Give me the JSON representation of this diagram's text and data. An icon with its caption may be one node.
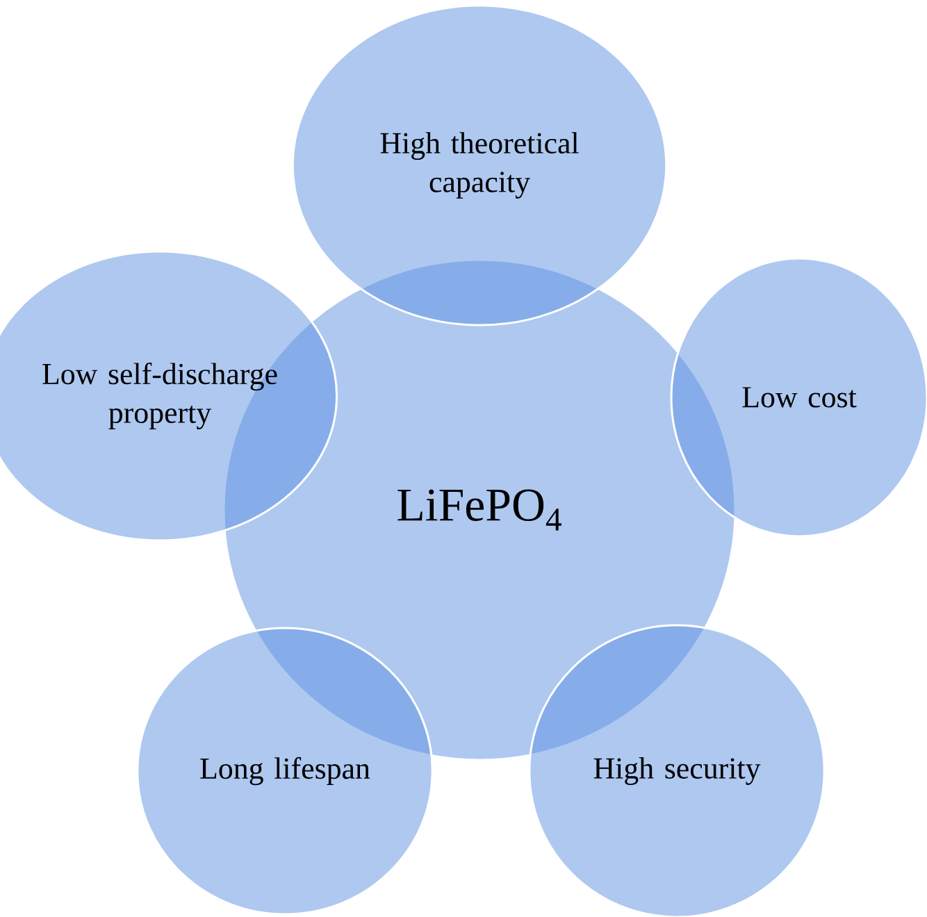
{
  "diagram": {
    "nodes": [
      {
        "text": [
          "LiFePO$_{4}$"
        ]
      },
      {
        "text": [
          "High theoretical capacity"
        ]
      },
      {
        "text": [
          "Low cost"
        ]
      },
      {
        "text": [
          "Low self-discharge property"
        ]
      },
      {
        "text": [
          "Long lifespan"
        ]
      },
      {
        "text": [
          "High security"
        ]
      }
    ]
  }
}
